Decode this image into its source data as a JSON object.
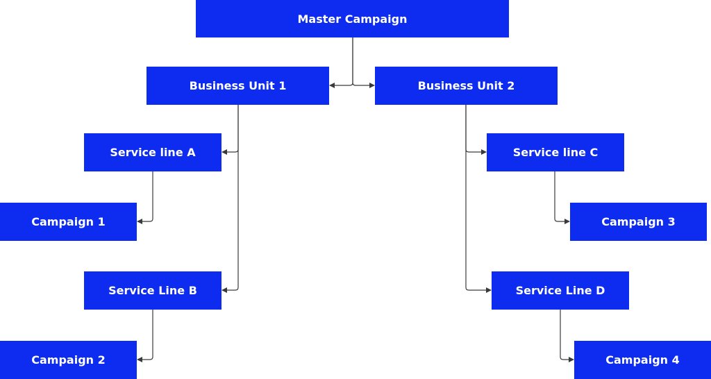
{
  "colors": {
    "node_fill": "#0d2cf0",
    "node_text": "#ffffff",
    "connector": "#3a3a3a"
  },
  "nodes": {
    "master": "Master Campaign",
    "business_unit_1": "Business Unit 1",
    "business_unit_2": "Business Unit 2",
    "service_line_a": "Service line A",
    "service_line_b": "Service Line B",
    "service_line_c": "Service line C",
    "service_line_d": "Service Line D",
    "campaign_1": "Campaign 1",
    "campaign_2": "Campaign 2",
    "campaign_3": "Campaign 3",
    "campaign_4": "Campaign 4"
  },
  "edges": [
    {
      "from": "master",
      "to": "business_unit_1"
    },
    {
      "from": "master",
      "to": "business_unit_2"
    },
    {
      "from": "business_unit_1",
      "to": "service_line_a"
    },
    {
      "from": "business_unit_1",
      "to": "service_line_b"
    },
    {
      "from": "business_unit_2",
      "to": "service_line_c"
    },
    {
      "from": "business_unit_2",
      "to": "service_line_d"
    },
    {
      "from": "service_line_a",
      "to": "campaign_1"
    },
    {
      "from": "service_line_b",
      "to": "campaign_2"
    },
    {
      "from": "service_line_c",
      "to": "campaign_3"
    },
    {
      "from": "service_line_d",
      "to": "campaign_4"
    }
  ]
}
